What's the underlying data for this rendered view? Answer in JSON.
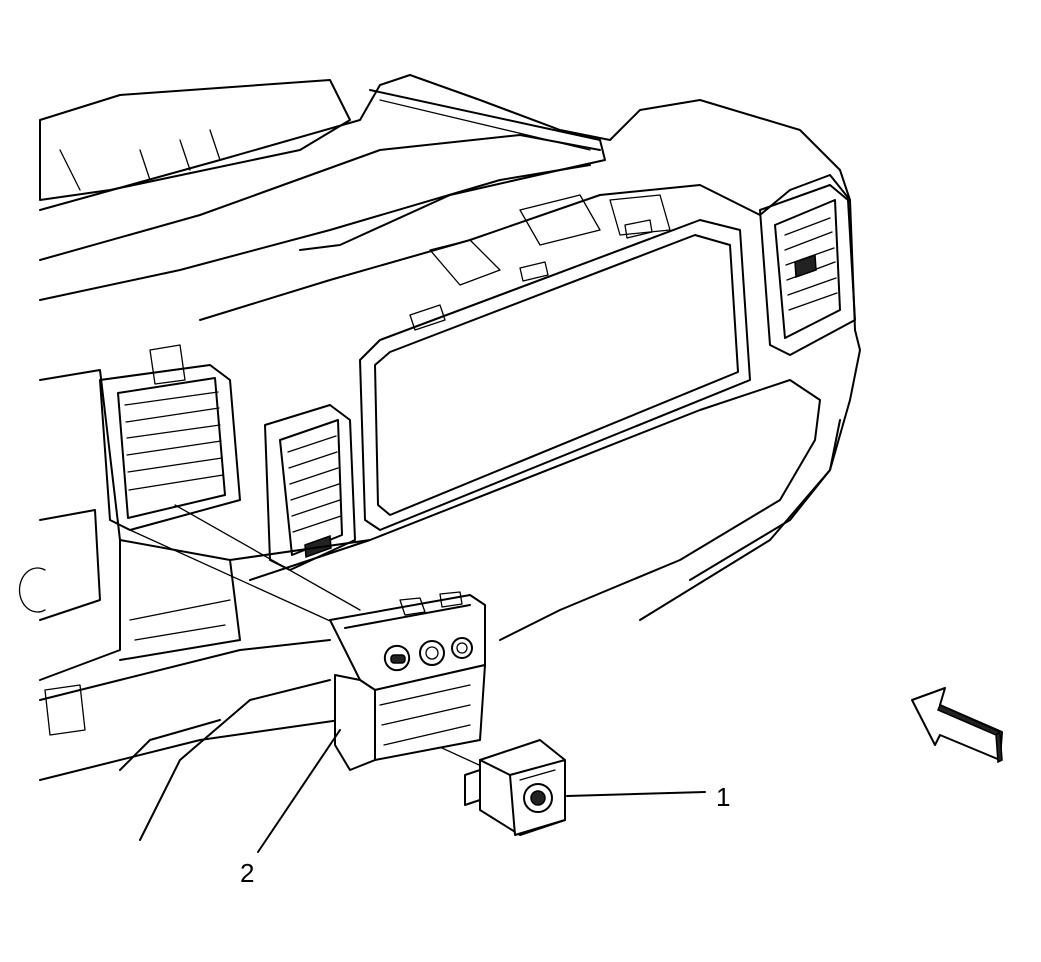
{
  "callouts": [
    {
      "id": "1",
      "text": "1"
    },
    {
      "id": "2",
      "text": "2"
    }
  ],
  "colors": {
    "line": "#000000",
    "background": "#ffffff"
  },
  "icons": {
    "direction_arrow": "view-direction-arrow-icon"
  }
}
